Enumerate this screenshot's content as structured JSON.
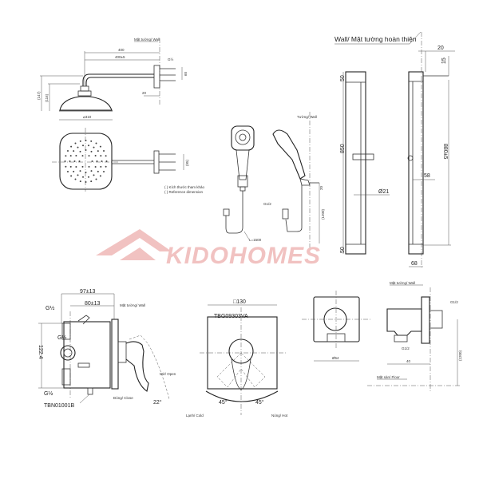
{
  "rain_shower": {
    "wall_label": "Mặt tường/ Wall",
    "dim_400": "400",
    "dim_400_5": "400±5",
    "thread": "G½",
    "dim_60": "60",
    "dim_20": "20",
    "dim_147": "(147)",
    "dim_116": "(116)",
    "dim_310": "⌀310",
    "dim_95": "(95)",
    "note_vi": "( ) Kích thước tham khảo",
    "note_en": "( ) Reference dimension"
  },
  "hand_shower": {
    "wall_label": "Tường/ Wall",
    "thread": "G1/2",
    "hose_length": "L=1500",
    "height": "(1200)",
    "dim_20": "20"
  },
  "slide_bar": {
    "wall_label": "Wall/ Mặt tường hoàn thiện",
    "dim_20": "20",
    "dim_15": "15",
    "dim_50_top": "50",
    "dim_850": "850",
    "dim_880": "880±5",
    "dim_58": "58",
    "dim_21": "Ø21",
    "dim_50_bottom": "50",
    "dim_68": "68"
  },
  "watermark": "KIDOHOMES",
  "valve": {
    "dim_97": "97±13",
    "dim_80": "80±13",
    "wall_label": "Mặt tường/ Wall",
    "thread_top": "G½",
    "thread_mid": "G½",
    "thread_bottom": "G½",
    "dim_height": "122.4",
    "model_body": "TBN01001B",
    "open_label": "Mở/ Open",
    "close_label": "Đóng/ Close",
    "angle": "22°"
  },
  "valve_plate": {
    "dim_130": "□130",
    "model": "TBG09303VA",
    "angle_left": "45°",
    "angle_right": "45°",
    "cold_label": "Lạnh/ Cold",
    "hot_label": "Nóng/ Hot"
  },
  "wall_outlet": {
    "dim_54": "Ø54",
    "wall_label": "Mặt tường/ Wall",
    "thread_top": "G1/2",
    "thread_bottom": "G1/2",
    "dim_40": "40",
    "height": "(1200)",
    "floor_label": "Mặt sàn/ Floor"
  }
}
